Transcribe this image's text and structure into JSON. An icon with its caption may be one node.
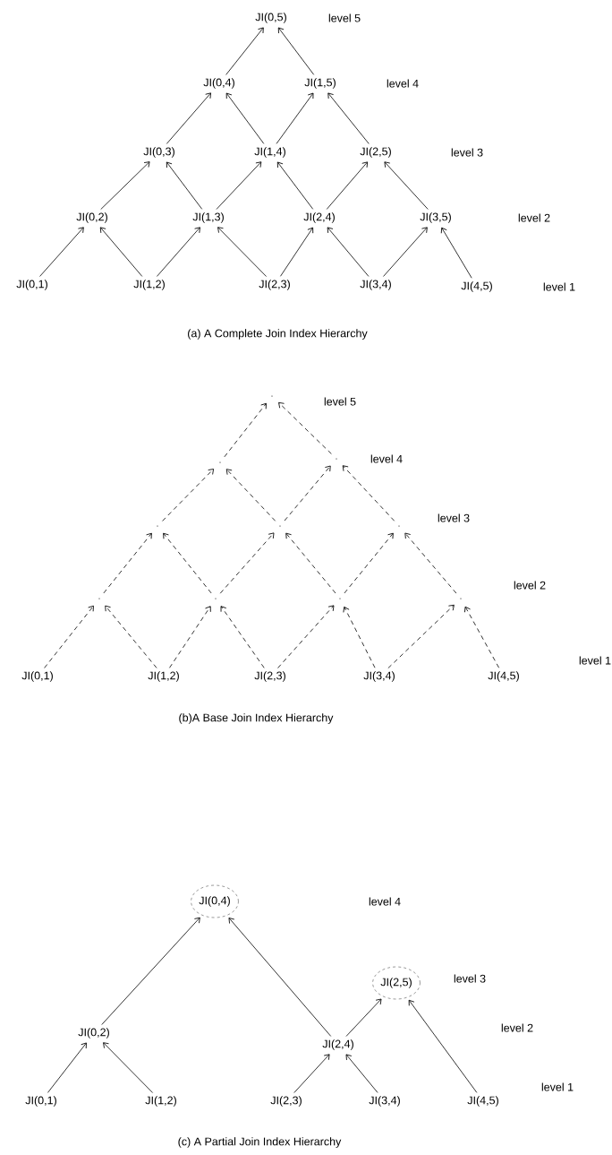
{
  "diagram": {
    "nodes": [
      {
        "text": [
          "JI(0,5)"
        ]
      },
      {
        "text": [
          "JI(0,4)"
        ]
      },
      {
        "text": [
          "JI(1,5)"
        ]
      },
      {
        "text": [
          "JI(0,3)"
        ]
      },
      {
        "text": [
          "JI(1,4)"
        ]
      },
      {
        "text": [
          "JI(2,5)"
        ]
      },
      {
        "text": [
          "JI(0,2)"
        ]
      },
      {
        "text": [
          "JI(1,3)"
        ]
      },
      {
        "text": [
          "JI(2,4)"
        ]
      },
      {
        "text": [
          "JI(3,5)"
        ]
      },
      {
        "text": [
          "JI(0,1)"
        ]
      },
      {
        "text": [
          "JI(1,2)"
        ]
      },
      {
        "text": [
          "JI(2,3)"
        ]
      },
      {
        "text": [
          "JI(3,4)"
        ]
      },
      {
        "text": [
          "JI(4,5)"
        ]
      },
      {
        "text": [],
        "shape": "dot"
      },
      {
        "text": [],
        "shape": "dot"
      },
      {
        "text": [],
        "shape": "dot"
      },
      {
        "text": [],
        "shape": "dot"
      },
      {
        "text": [],
        "shape": "dot"
      },
      {
        "text": [],
        "shape": "dot"
      },
      {
        "text": [],
        "shape": "dot"
      },
      {
        "text": [],
        "shape": "dot"
      },
      {
        "text": [],
        "shape": "dot"
      },
      {
        "text": [],
        "shape": "dot"
      },
      {
        "text": [
          "JI(0,1)"
        ]
      },
      {
        "text": [
          "JI(1,2)"
        ]
      },
      {
        "text": [
          "JI(2,3)"
        ]
      },
      {
        "text": [
          "JI(3,4)"
        ]
      },
      {
        "text": [
          "JI(4,5)"
        ]
      },
      {
        "text": [
          "JI(0,4)"
        ]
      },
      {
        "text": [
          "JI(2,5)"
        ]
      },
      {
        "text": [
          "JI(0,2)"
        ]
      },
      {
        "text": [
          "JI(2,4)"
        ]
      },
      {
        "text": [
          "JI(0,1)"
        ]
      },
      {
        "text": [
          "JI(1,2)"
        ]
      },
      {
        "text": [
          "JI(2,3)"
        ]
      },
      {
        "text": [
          "JI(3,4)"
        ]
      },
      {
        "text": [
          "JI(4,5)"
        ]
      }
    ],
    "edges": [
      {
        "from": 10,
        "to": 6,
        "arrow": "to"
      },
      {
        "from": 11,
        "to": 6,
        "arrow": "to"
      },
      {
        "from": 11,
        "to": 7,
        "arrow": "to"
      },
      {
        "from": 12,
        "to": 7,
        "arrow": "to"
      },
      {
        "from": 12,
        "to": 8,
        "arrow": "to"
      },
      {
        "from": 13,
        "to": 8,
        "arrow": "to"
      },
      {
        "from": 13,
        "to": 9,
        "arrow": "to"
      },
      {
        "from": 14,
        "to": 9,
        "arrow": "to"
      },
      {
        "from": 6,
        "to": 3,
        "arrow": "to"
      },
      {
        "from": 7,
        "to": 3,
        "arrow": "to"
      },
      {
        "from": 7,
        "to": 4,
        "arrow": "to"
      },
      {
        "from": 8,
        "to": 4,
        "arrow": "to"
      },
      {
        "from": 8,
        "to": 5,
        "arrow": "to"
      },
      {
        "from": 9,
        "to": 5,
        "arrow": "to"
      },
      {
        "from": 3,
        "to": 1,
        "arrow": "to"
      },
      {
        "from": 4,
        "to": 1,
        "arrow": "to"
      },
      {
        "from": 4,
        "to": 2,
        "arrow": "to"
      },
      {
        "from": 5,
        "to": 2,
        "arrow": "to"
      },
      {
        "from": 1,
        "to": 0,
        "arrow": "to"
      },
      {
        "from": 2,
        "to": 0,
        "arrow": "to"
      },
      {
        "from": 25,
        "to": 21,
        "arrow": "to",
        "style": "dashed"
      },
      {
        "from": 26,
        "to": 21,
        "arrow": "to",
        "style": "dashed"
      },
      {
        "from": 26,
        "to": 22,
        "arrow": "to",
        "style": "dashed"
      },
      {
        "from": 27,
        "to": 22,
        "arrow": "to",
        "style": "dashed"
      },
      {
        "from": 27,
        "to": 23,
        "arrow": "to",
        "style": "dashed"
      },
      {
        "from": 28,
        "to": 23,
        "arrow": "to",
        "style": "dashed"
      },
      {
        "from": 28,
        "to": 24,
        "arrow": "to",
        "style": "dashed"
      },
      {
        "from": 29,
        "to": 24,
        "arrow": "to",
        "style": "dashed"
      },
      {
        "from": 21,
        "to": 18,
        "arrow": "to",
        "style": "dashed"
      },
      {
        "from": 22,
        "to": 18,
        "arrow": "to",
        "style": "dashed"
      },
      {
        "from": 22,
        "to": 19,
        "arrow": "to",
        "style": "dashed"
      },
      {
        "from": 23,
        "to": 19,
        "arrow": "to",
        "style": "dashed"
      },
      {
        "from": 23,
        "to": 20,
        "arrow": "to",
        "style": "dashed"
      },
      {
        "from": 24,
        "to": 20,
        "arrow": "to",
        "style": "dashed"
      },
      {
        "from": 18,
        "to": 16,
        "arrow": "to",
        "style": "dashed"
      },
      {
        "from": 19,
        "to": 16,
        "arrow": "to",
        "style": "dashed"
      },
      {
        "from": 19,
        "to": 17,
        "arrow": "to",
        "style": "dashed"
      },
      {
        "from": 20,
        "to": 17,
        "arrow": "to",
        "style": "dashed"
      },
      {
        "from": 16,
        "to": 15,
        "arrow": "to",
        "style": "dashed"
      },
      {
        "from": 17,
        "to": 15,
        "arrow": "to",
        "style": "dashed"
      },
      {
        "from": 34,
        "to": 32,
        "arrow": "to"
      },
      {
        "from": 35,
        "to": 32,
        "arrow": "to"
      },
      {
        "from": 36,
        "to": 33,
        "arrow": "to"
      },
      {
        "from": 37,
        "to": 33,
        "arrow": "to"
      },
      {
        "from": 32,
        "to": 30,
        "arrow": "to"
      },
      {
        "from": 33,
        "to": 30,
        "arrow": "to"
      },
      {
        "from": 33,
        "to": 31,
        "arrow": "to"
      },
      {
        "from": 38,
        "to": 31,
        "arrow": "to"
      }
    ],
    "labels": [
      "level 5",
      "level 4",
      "level 3",
      "level 2",
      "level 1",
      "(a) A Complete Join Index Hierarchy",
      "level 5",
      "level 4",
      "level 3",
      "level 2",
      "level 1",
      "(b)A Base Join Index Hierarchy",
      "level 4",
      "level 3",
      "level 2",
      "level 1",
      "(c) A Partial Join Index Hierarchy"
    ]
  }
}
